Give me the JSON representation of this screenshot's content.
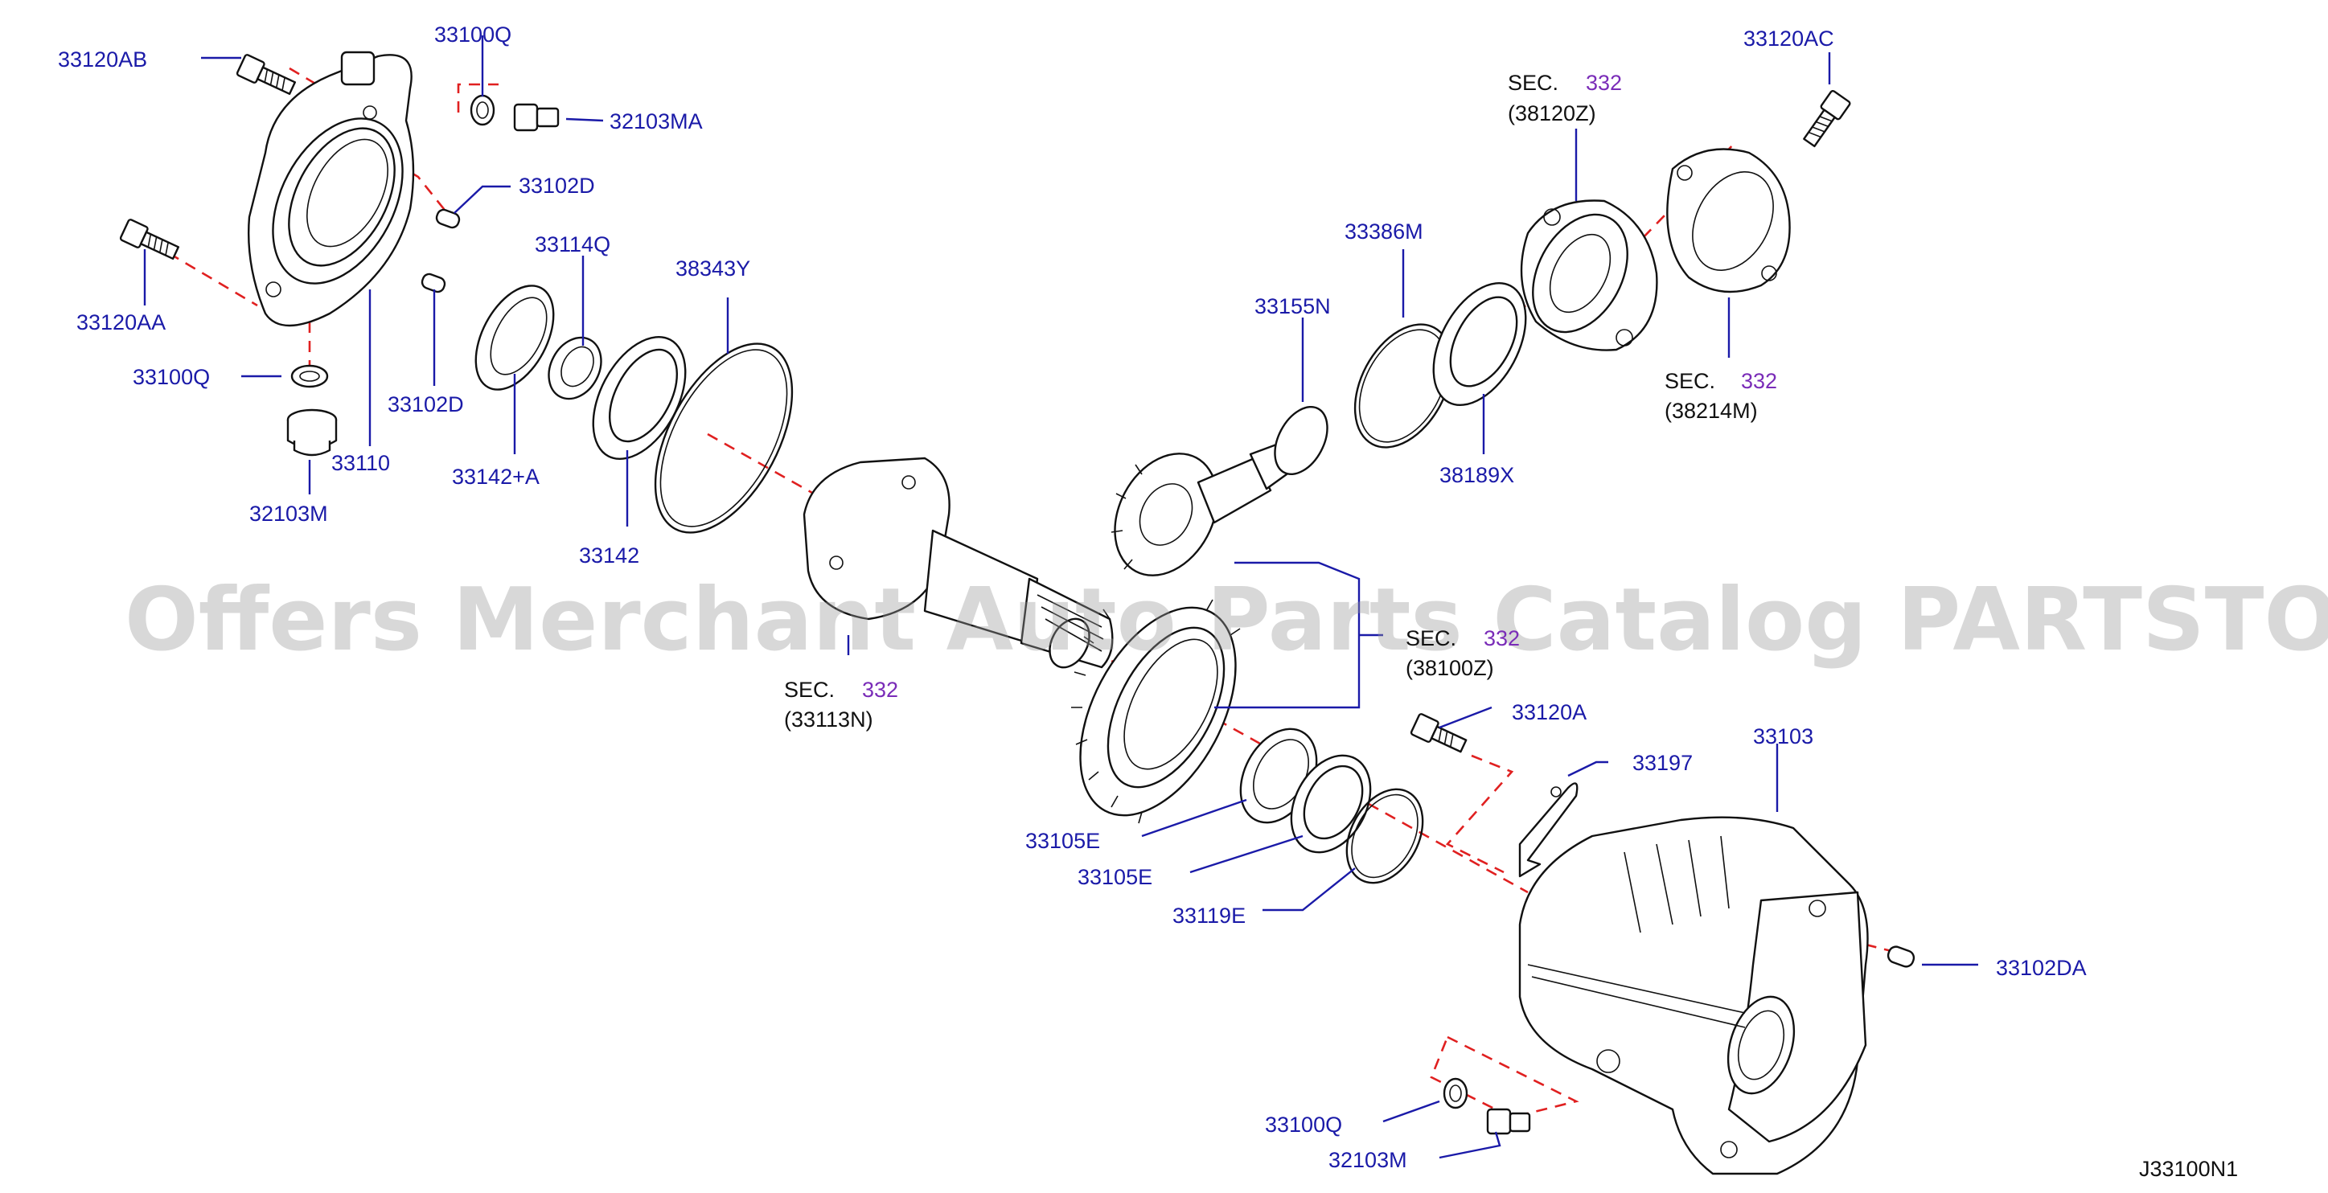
{
  "watermark": "Offers Merchant Auto Parts Catalog PARTSTORE.SA",
  "diagram_code": "J33100N1",
  "colors": {
    "part_number": "#1a1aa8",
    "section_number": "#7a2cb8",
    "assembly_line": "#e02020",
    "outline": "#111111"
  },
  "parts": {
    "p33120AB": "33120AB",
    "p33100Q_top": "33100Q",
    "p32103MA": "32103MA",
    "p33102D_top": "33102D",
    "p33120AA": "33120AA",
    "p33100Q_left": "33100Q",
    "p33102D_low": "33102D",
    "p33110": "33110",
    "p32103M_left": "32103M",
    "p33114Q": "33114Q",
    "p33142A": "33142+A",
    "p33142": "33142",
    "p38343Y": "38343Y",
    "p33155N": "33155N",
    "p33386M": "33386M",
    "p38189X": "38189X",
    "p33120AC": "33120AC",
    "p33120A": "33120A",
    "p33197": "33197",
    "p33103": "33103",
    "p33105E_1": "33105E",
    "p33105E_2": "33105E",
    "p33119E": "33119E",
    "p33102DA": "33102DA",
    "p33100Q_low": "33100Q",
    "p32103M_low": "32103M"
  },
  "sections": {
    "s38120Z": {
      "prefix": "SEC.",
      "number": "332",
      "code": "(38120Z)"
    },
    "s38214M": {
      "prefix": "SEC.",
      "number": "332",
      "code": "(38214M)"
    },
    "s33113N": {
      "prefix": "SEC.",
      "number": "332",
      "code": "(33113N)"
    },
    "s38100Z": {
      "prefix": "SEC.",
      "number": "332",
      "code": "(38100Z)"
    }
  }
}
